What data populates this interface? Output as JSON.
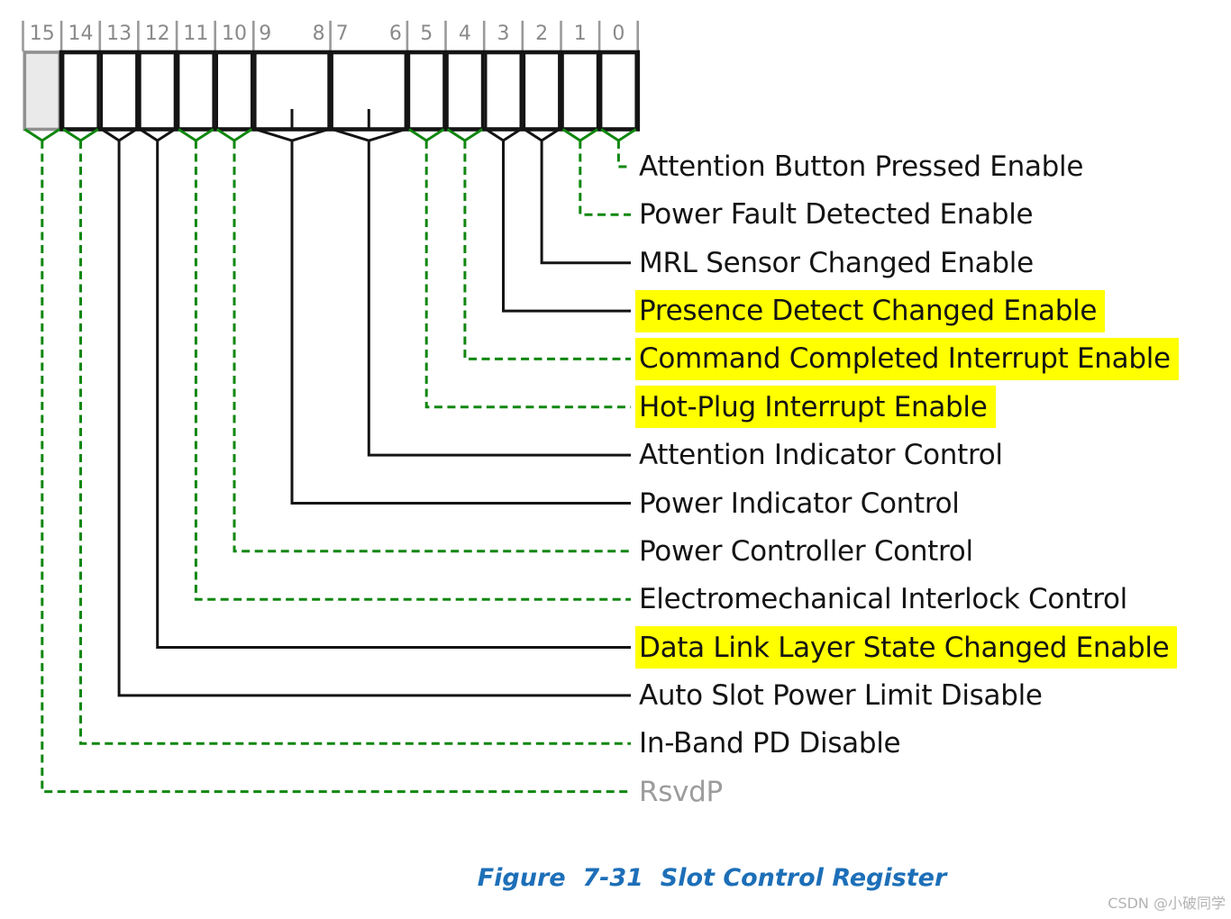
{
  "register": {
    "name": "Slot Control Register",
    "fields": [
      {
        "bits": "15",
        "numbers": [
          "15"
        ],
        "label": "RsvdP",
        "line": "dashed",
        "highlight": false,
        "reserved": true
      },
      {
        "bits": "14",
        "numbers": [
          "14"
        ],
        "label": "In-Band PD Disable",
        "line": "dashed",
        "highlight": false,
        "reserved": false
      },
      {
        "bits": "13",
        "numbers": [
          "13"
        ],
        "label": "Auto Slot Power Limit Disable",
        "line": "solid",
        "highlight": false,
        "reserved": false
      },
      {
        "bits": "12",
        "numbers": [
          "12"
        ],
        "label": "Data Link Layer State Changed Enable",
        "line": "solid",
        "highlight": true,
        "reserved": false
      },
      {
        "bits": "11",
        "numbers": [
          "11"
        ],
        "label": "Electromechanical Interlock Control",
        "line": "dashed",
        "highlight": false,
        "reserved": false
      },
      {
        "bits": "10",
        "numbers": [
          "10"
        ],
        "label": "Power Controller Control",
        "line": "dashed",
        "highlight": false,
        "reserved": false
      },
      {
        "bits": "9:8",
        "numbers": [
          "9",
          "8"
        ],
        "label": "Power Indicator Control",
        "line": "solid",
        "highlight": false,
        "reserved": false
      },
      {
        "bits": "7:6",
        "numbers": [
          "7",
          "6"
        ],
        "label": "Attention Indicator Control",
        "line": "solid",
        "highlight": false,
        "reserved": false
      },
      {
        "bits": "5",
        "numbers": [
          "5"
        ],
        "label": "Hot-Plug Interrupt Enable",
        "line": "dashed",
        "highlight": true,
        "reserved": false
      },
      {
        "bits": "4",
        "numbers": [
          "4"
        ],
        "label": "Command Completed Interrupt Enable",
        "line": "dashed",
        "highlight": true,
        "reserved": false
      },
      {
        "bits": "3",
        "numbers": [
          "3"
        ],
        "label": "Presence Detect Changed Enable",
        "line": "solid",
        "highlight": true,
        "reserved": false
      },
      {
        "bits": "2",
        "numbers": [
          "2"
        ],
        "label": "MRL Sensor Changed Enable",
        "line": "solid",
        "highlight": false,
        "reserved": false
      },
      {
        "bits": "1",
        "numbers": [
          "1"
        ],
        "label": "Power Fault Detected Enable",
        "line": "dashed",
        "highlight": false,
        "reserved": false
      },
      {
        "bits": "0",
        "numbers": [
          "0"
        ],
        "label": "Attention Button Pressed Enable",
        "line": "dashed",
        "highlight": false,
        "reserved": false
      }
    ]
  },
  "caption": "Figure  7-31  Slot Control Register",
  "watermark": "CSDN @小破同学",
  "colors": {
    "solid_line": "#141414",
    "dashed_line": "#0f870f",
    "highlight": "#ffff00",
    "bit_number": "#8a8a8a",
    "tick": "#9a9a9a",
    "reserved_fill": "#eaeaea",
    "reserved_border": "#909090",
    "reserved_label": "#9c9c9c",
    "caption": "#1d6fb8",
    "watermark": "#b3b3b3"
  }
}
